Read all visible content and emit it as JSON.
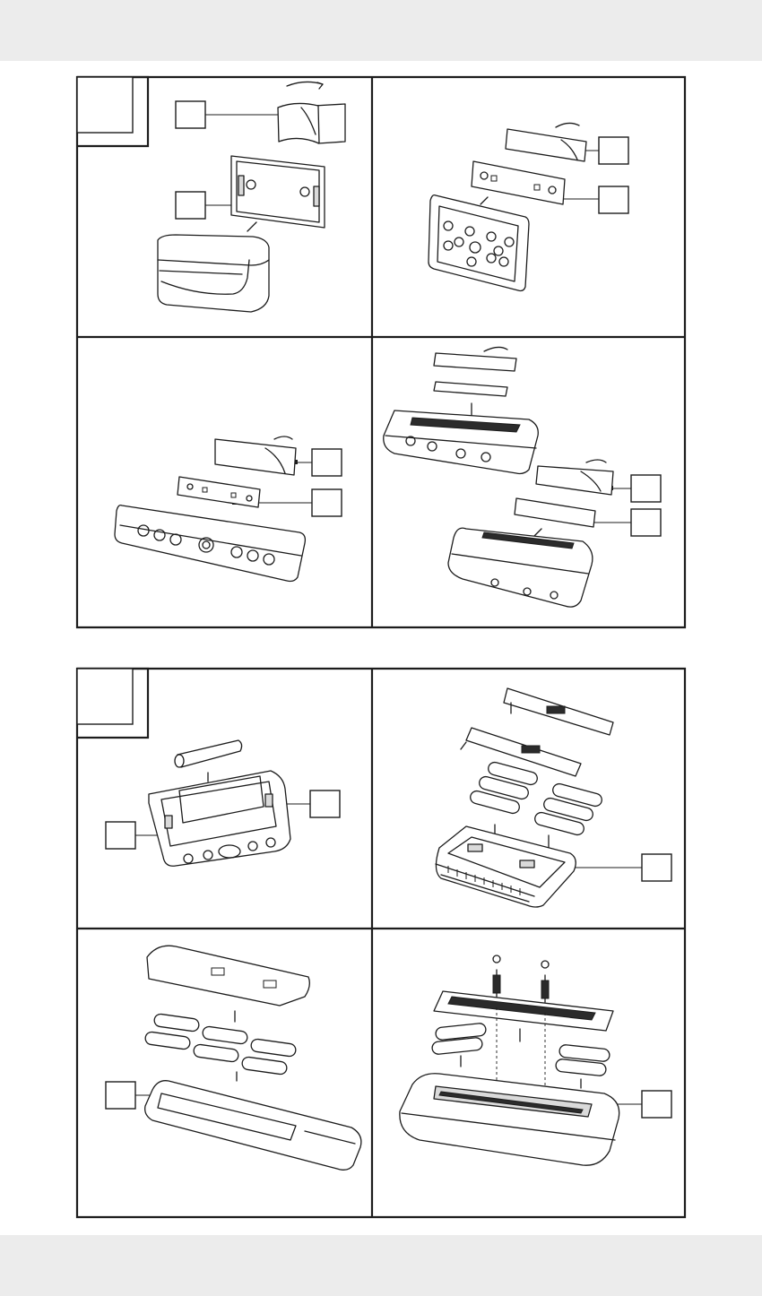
{
  "page": {
    "header_band": "",
    "footer_band": ""
  },
  "figures": [
    {
      "name": "figure-mounting",
      "badge": "",
      "panels": [
        "sensor-adhesive-mount",
        "keypad-adhesive-mount",
        "remote-bar-adhesive-mount",
        "base-adhesive-mount"
      ]
    },
    {
      "name": "figure-batteries",
      "badge": "",
      "panels": [
        "sensor-battery-insert",
        "base-battery-insert",
        "remote-bar-battery-insert",
        "base-screw-cover"
      ]
    }
  ],
  "callouts": [
    "",
    "",
    "",
    "",
    "",
    "",
    "",
    "",
    "",
    "",
    "",
    "",
    "",
    ""
  ]
}
